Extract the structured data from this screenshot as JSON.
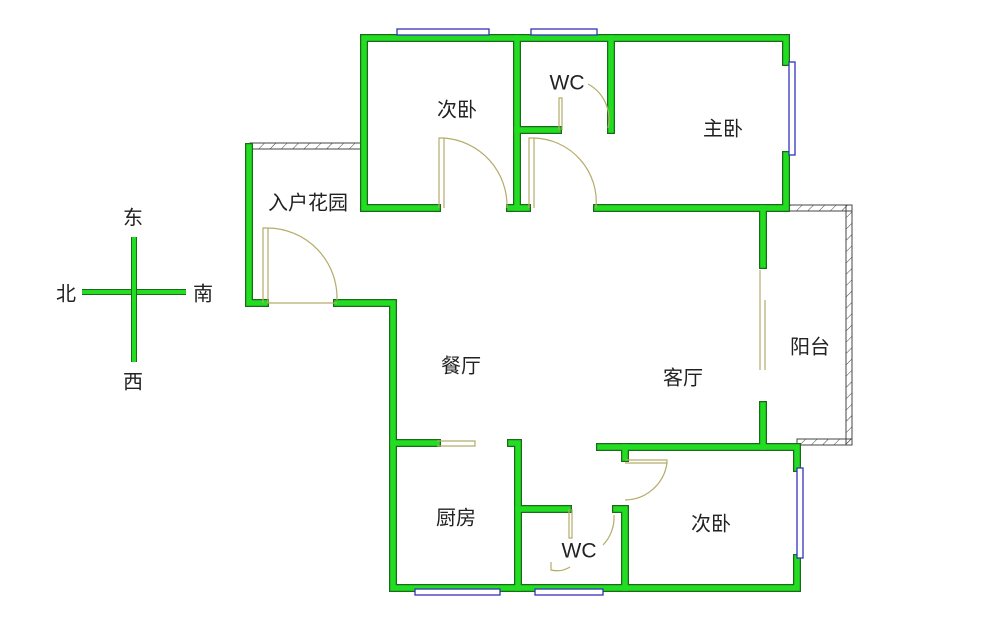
{
  "rooms": {
    "bedroom_top": "次卧",
    "wc_top": "WC",
    "master_bedroom": "主卧",
    "entry_garden": "入户花园",
    "dining": "餐厅",
    "living": "客厅",
    "balcony": "阳台",
    "kitchen": "厨房",
    "wc_bottom": "WC",
    "bedroom_bottom": "次卧"
  },
  "compass": {
    "east": "东",
    "north": "北",
    "south": "南",
    "west": "西"
  },
  "colors": {
    "wall": "#22dd22",
    "door": "#b5ac6a",
    "window": "#3333bb"
  }
}
